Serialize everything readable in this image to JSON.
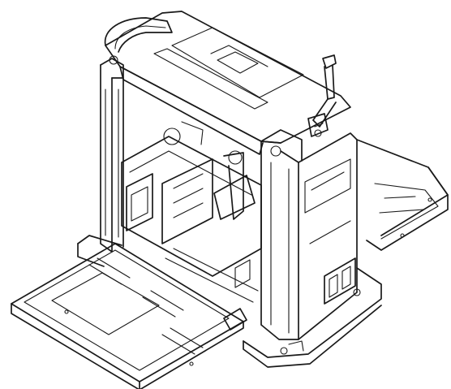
{
  "illustration": {
    "subject": "benchtop-thickness-planer",
    "style": "black-line-drawing",
    "colors": {
      "background": "#ffffff",
      "line": "#1a1a1a",
      "fill": "#ffffff"
    },
    "components": [
      "top-cover",
      "carry-handle",
      "depth-adjustment-crank",
      "left-column",
      "right-column",
      "cutter-head-motor",
      "infeed-table",
      "outfeed-table",
      "base",
      "switch-panel"
    ]
  }
}
